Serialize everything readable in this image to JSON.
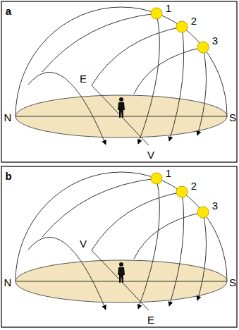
{
  "diagram": {
    "labels": [
      "a",
      "1",
      "2",
      "3",
      "E",
      "N",
      "S",
      "V",
      "b",
      "1",
      "2",
      "3",
      "V",
      "N",
      "S",
      "E"
    ]
  }
}
